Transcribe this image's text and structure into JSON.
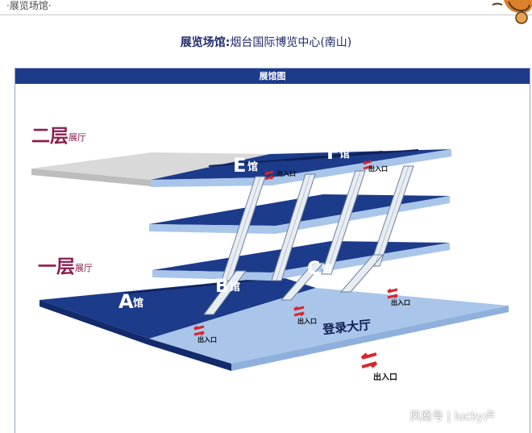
{
  "top_bar": {
    "section_label": "·展览场馆·"
  },
  "title": {
    "label": "展览场馆:",
    "venue": "烟台国际博览中心(南山)"
  },
  "map": {
    "header": "展馆图",
    "floor2": {
      "big": "二层",
      "small": "展厅"
    },
    "floor1": {
      "big": "一层",
      "small": "展厅"
    },
    "halls": {
      "a": {
        "letter": "A",
        "suffix": "馆"
      },
      "b": {
        "letter": "B",
        "suffix": "馆"
      },
      "c": {
        "letter": "C",
        "suffix": "馆"
      },
      "e": {
        "letter": "E",
        "suffix": "馆"
      },
      "f": {
        "letter": "F",
        "suffix": "馆"
      }
    },
    "lobby": "登录大厅",
    "exit_label": "出入口",
    "colors": {
      "floor_dark": "#1d3b8b",
      "floor_light": "#a9c6ea",
      "floor_gray": "#d6d6d6",
      "floor_label": "#8a1d4f",
      "exit_arrow": "#d8262c"
    }
  },
  "watermark": "凤凰号 | lucky卢"
}
